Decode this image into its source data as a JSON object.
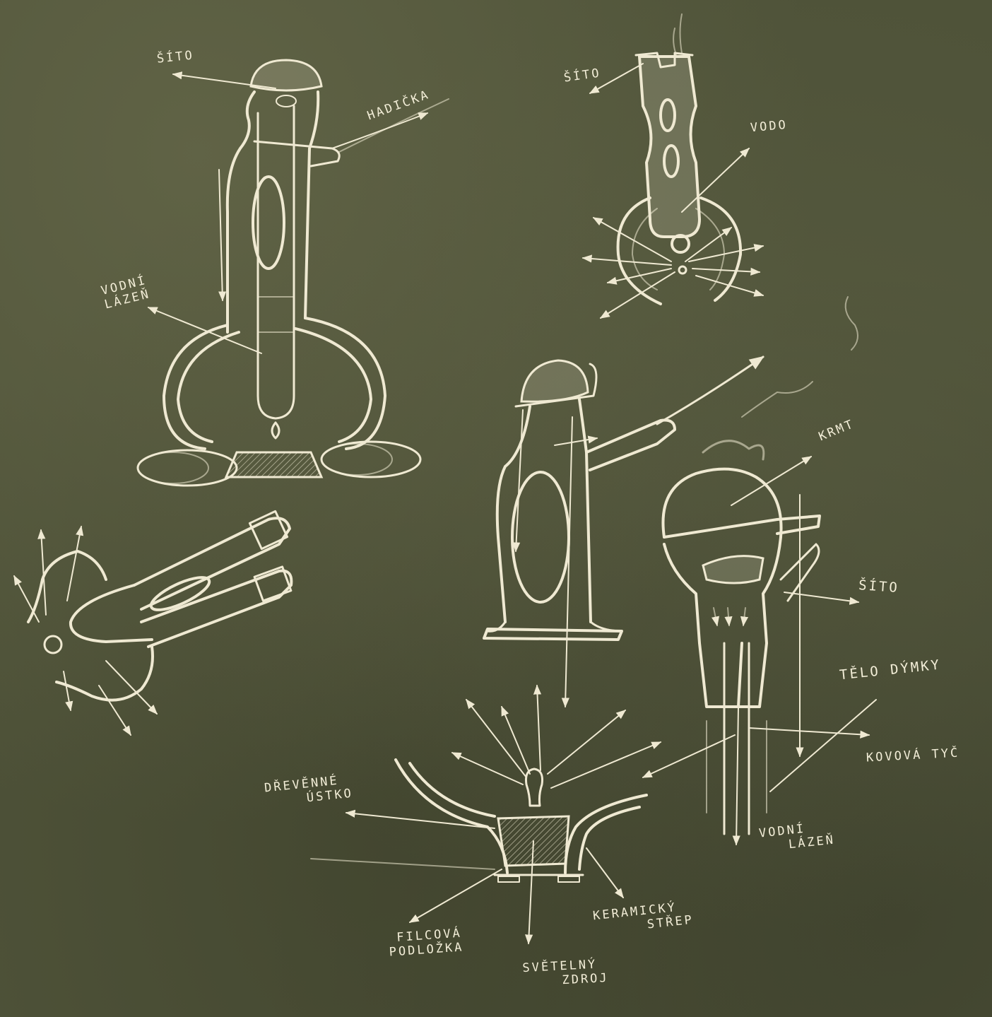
{
  "labels": {
    "sito_top_left": "šíto",
    "hadicka": "hadička",
    "vodni_lazeni_left": [
      "vodní",
      "lázeň"
    ],
    "sito_top_right": "šíto",
    "voda": "vodo",
    "krmt": "krmt",
    "sito_right": "šíto",
    "telo_dymky": "tělo dýmky",
    "kovova_tyc": "kovová tyč",
    "vodni_lazeni_right": [
      "vodní",
      "lázeň"
    ],
    "drevenne_ustko": [
      "dřevěnné",
      "ústko"
    ],
    "filcova_podlozka": [
      "filcová",
      "podložka"
    ],
    "keramicky_strep": [
      "keramický",
      "střep"
    ],
    "svetelny_zdroj": [
      "světelný",
      "zdroj"
    ]
  },
  "colors": {
    "board": "#4f5339",
    "chalk": "#efe9d2"
  }
}
